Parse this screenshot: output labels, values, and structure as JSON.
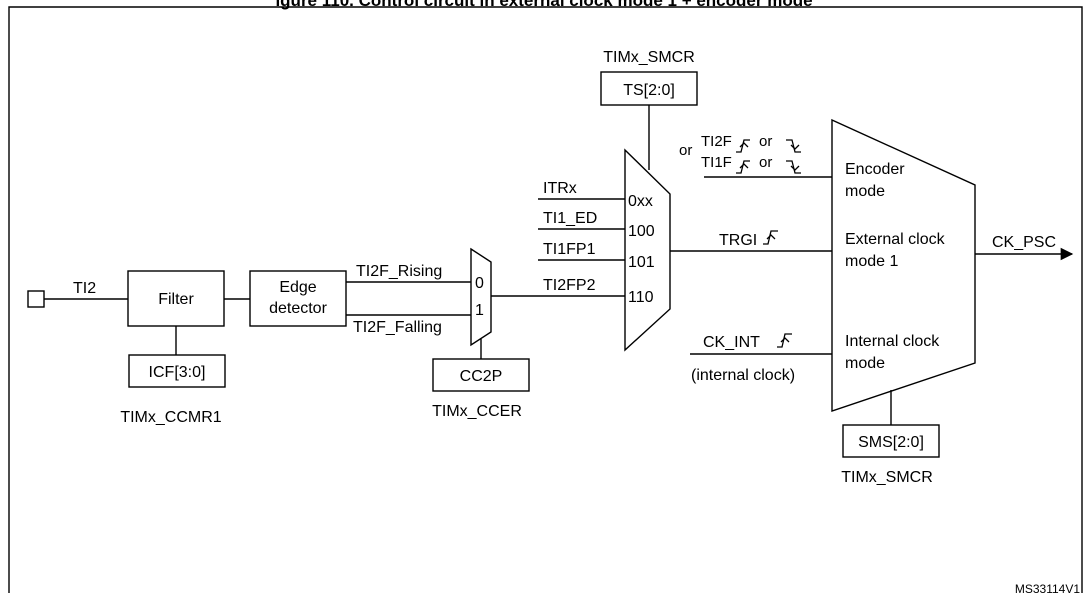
{
  "title_fragment": "igure 110. Control circuit in external clock mode 1 + encoder mode",
  "input": {
    "pin_label": "TI2"
  },
  "filter": {
    "label": "Filter",
    "reg_field": "ICF[3:0]",
    "reg_name": "TIMx_CCMR1"
  },
  "edge_detector": {
    "line1": "Edge",
    "line2": "detector",
    "rising_label": "TI2F_Rising",
    "falling_label": "TI2F_Falling"
  },
  "polarity_mux": {
    "in0": "0",
    "in1": "1",
    "reg_field": "CC2P",
    "reg_name": "TIMx_CCER"
  },
  "trigger_mux": {
    "reg_name": "TIMx_SMCR",
    "reg_field": "TS[2:0]",
    "inputs": [
      {
        "signal": "ITRx",
        "code": "0xx"
      },
      {
        "signal": "TI1_ED",
        "code": "100"
      },
      {
        "signal": "TI1FP1",
        "code": "101"
      },
      {
        "signal": "TI2FP2",
        "code": "110"
      }
    ],
    "output_label": "TRGI"
  },
  "encoder_inputs": {
    "or_prefix": "or",
    "line1_signal": "TI2F",
    "line2_signal": "TI1F",
    "or_word": "or"
  },
  "mode_mux": {
    "encoder_line1": "Encoder",
    "encoder_line2": "mode",
    "ext_line1": "External clock",
    "ext_line2": "mode 1",
    "int_line1": "Internal clock",
    "int_line2": "mode",
    "reg_field": "SMS[2:0]",
    "reg_name": "TIMx_SMCR",
    "output_label": "CK_PSC"
  },
  "internal_clock": {
    "label": "CK_INT",
    "note": "(internal clock)"
  },
  "figure_id": "MS33114V1"
}
